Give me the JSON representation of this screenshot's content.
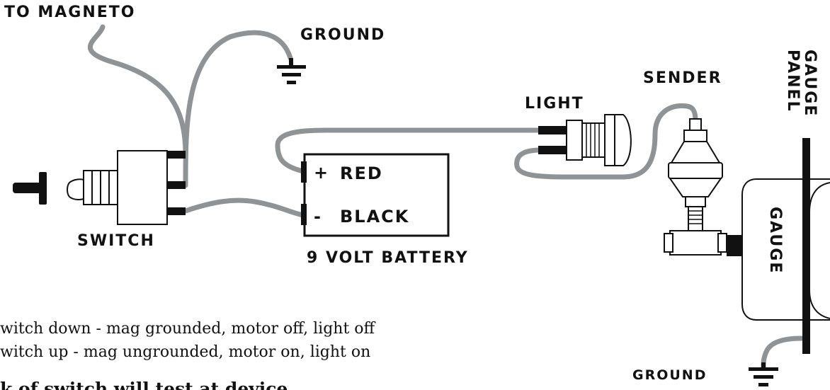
{
  "labels": {
    "to_magneto": "TO MAGNETO",
    "ground_top": "GROUND",
    "switch": "SWITCH",
    "battery_plus": "+",
    "battery_red": "RED",
    "battery_minus": "-",
    "battery_black": "BLACK",
    "battery_title": "9 VOLT BATTERY",
    "light": "LIGHT",
    "sender": "SENDER",
    "gauge_panel_line1": "GAUGE",
    "gauge_panel_line2": "PANEL",
    "gauge": "GAUGE",
    "ground_bottom": "GROUND"
  },
  "captions": {
    "line1": "witch down - mag grounded, motor off, light off",
    "line2": "witch up - mag ungrounded, motor on, light on",
    "line3": "k of switch will test at device"
  },
  "colors": {
    "wire": "#8f9396",
    "ink": "#111111"
  }
}
